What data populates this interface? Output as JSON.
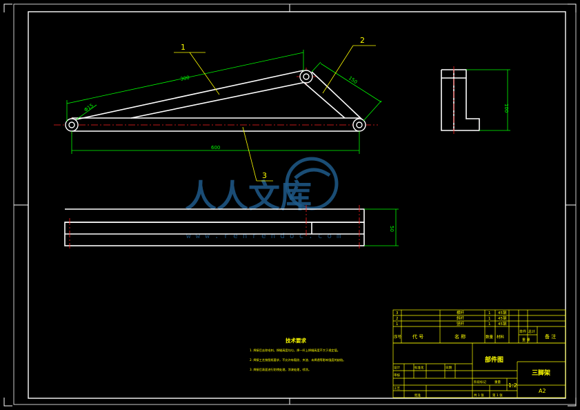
{
  "drawing": {
    "part_labels": [
      "1",
      "2",
      "3"
    ],
    "dimensions": {
      "top_member": "300",
      "pin_diameter": "Φ15",
      "diagonal_member": "150",
      "bottom_length": "600",
      "side_height": "100",
      "bottom_view_height": "50"
    }
  },
  "watermark": {
    "chinese": "人人文库",
    "url": "www.renrendoc.com"
  },
  "technical_requirements": {
    "title": "技术要求",
    "items": [
      "1. 焊接后去除毛刺，焊缝高度均匀，焊一杆上焊缝高度不大于规定值。",
      "2. 焊接工艺按图纸要求，不允许有裂纹、夹渣、未焊透等影响强度的缺陷。",
      "3. 焊接后表面进行防锈处理，涂漆处理，喷涂。"
    ]
  },
  "title_block": {
    "parts_rows": [
      {
        "no": "3",
        "name": "横杆",
        "qty": "1",
        "material": "45钢"
      },
      {
        "no": "2",
        "name": "斜杆",
        "qty": "1",
        "material": "45钢"
      },
      {
        "no": "1",
        "name": "竖杆",
        "qty": "1",
        "material": "45钢"
      }
    ],
    "headers": {
      "seq": "序号",
      "code": "代 号",
      "name": "名 称",
      "qty": "数量",
      "material": "材料",
      "unit_weight": "单件",
      "total_weight": "总计",
      "weight": "重 量",
      "remark": "备 注"
    },
    "drawing_type": "部件图",
    "drawing_name": "三脚架",
    "scale": "1:2",
    "sheet_size": "A2",
    "small_labels": {
      "design": "设计",
      "check": "审核",
      "process": "工艺",
      "standard": "标准化",
      "approve": "批准",
      "date": "日期",
      "stage_mark": "阶段标记",
      "weight": "重量",
      "scale_label": "比例",
      "sheet": "共 1 张",
      "sheet_no": "第 1 张"
    }
  },
  "colors": {
    "background": "#000000",
    "frame": "#ffffff",
    "part_outline": "#ffffff",
    "centerline": "#ff2020",
    "dimension": "#00ff00",
    "leader": "#ffff00",
    "title_block": "#ffff00",
    "watermark": "#1f5a8a"
  }
}
